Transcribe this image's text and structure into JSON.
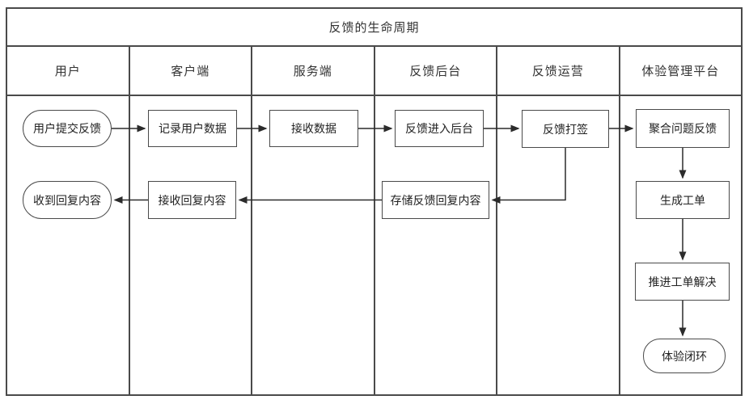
{
  "diagram": {
    "title": "反馈的生命周期",
    "type": "swimlane-flowchart"
  },
  "lanes": [
    "用户",
    "客户端",
    "服务端",
    "反馈后台",
    "反馈运营",
    "体验管理平台"
  ],
  "nodes": {
    "user_submit": "用户提交反馈",
    "record_data": "记录用户数据",
    "receive_data": "接收数据",
    "enter_backend": "反馈进入后台",
    "tag_feedback": "反馈打签",
    "aggregate": "聚合问题反馈",
    "receive_reply_user": "收到回复内容",
    "receive_reply_client": "接收回复内容",
    "store_reply": "存储反馈回复内容",
    "create_ticket": "生成工单",
    "resolve_ticket": "推进工单解决",
    "closed_loop": "体验闭环"
  },
  "colors": {
    "line": "#4a4a4a",
    "text": "#333333",
    "background": "#ffffff"
  }
}
